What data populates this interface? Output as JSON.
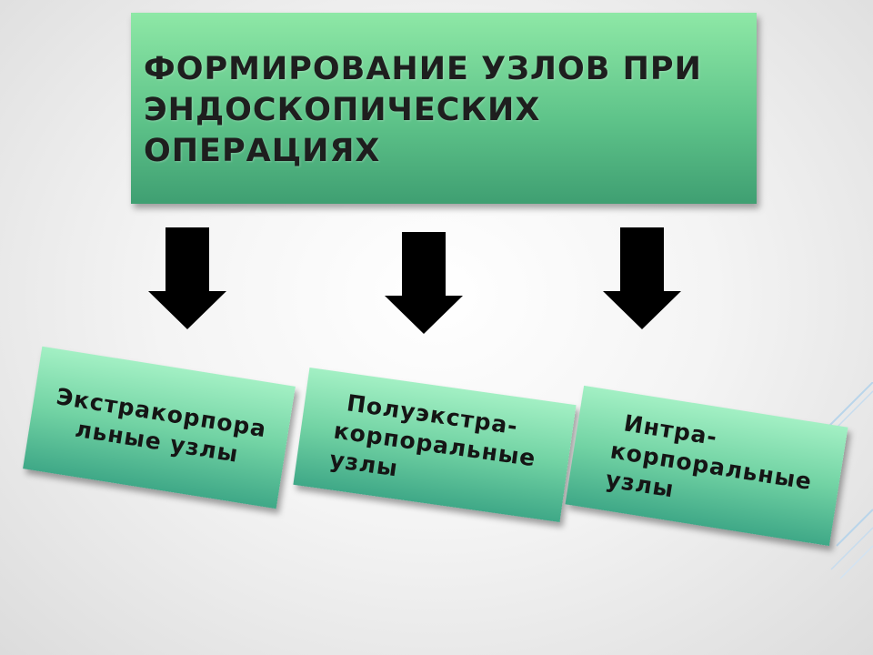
{
  "title": {
    "lines": [
      "ФОРМИРОВАНИЕ УЗЛОВ ПРИ",
      "ЭНДОСКОПИЧЕСКИХ",
      "ОПЕРАЦИЯХ"
    ]
  },
  "nodes": [
    {
      "lines": [
        "Экстракорпора",
        "льные узлы"
      ]
    },
    {
      "lines": [
        "Полуэкстра-",
        "корпоральные",
        "узлы"
      ]
    },
    {
      "lines": [
        "Интра-",
        "корпоральные",
        "узлы"
      ]
    }
  ],
  "colors": {
    "title_box": "#5fc48a",
    "node_box": "#72d3a4",
    "arrow": "#000000"
  },
  "icons": [
    "arrow-down-icon"
  ]
}
